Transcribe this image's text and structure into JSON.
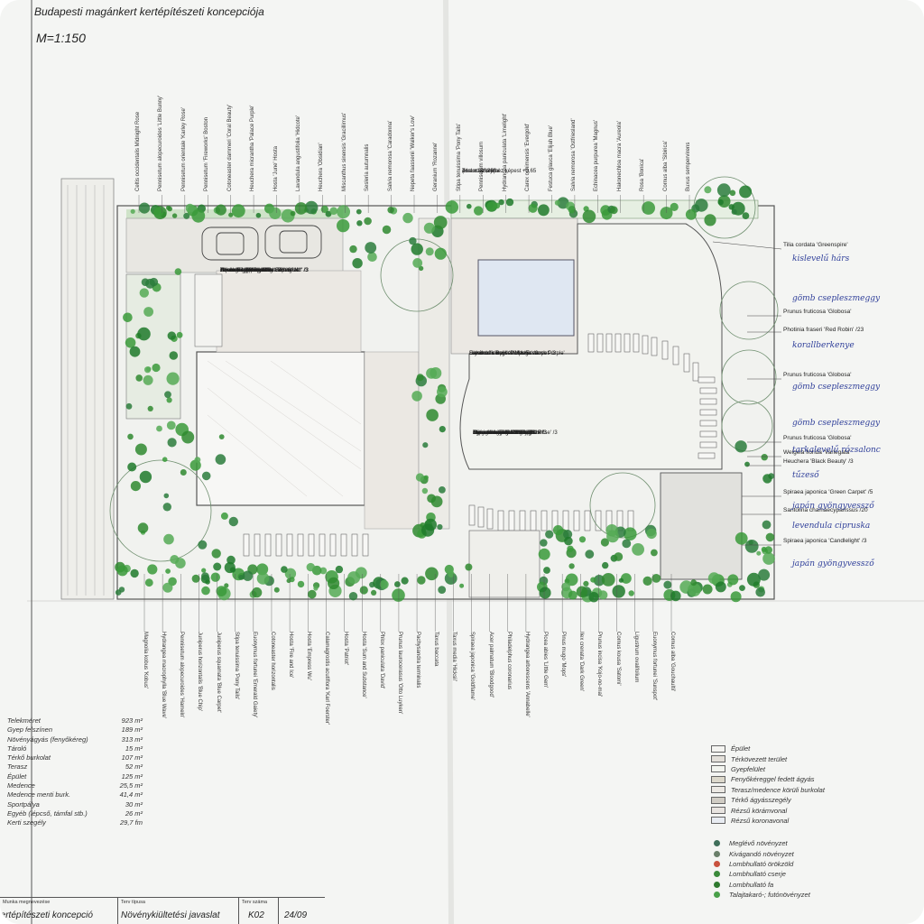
{
  "title": "Budapesti magánkert kertépítészeti koncepciója",
  "scale": "M=1:150",
  "top_labels": [
    "Celtis occidentalis Midnight Rose",
    "Pennisetum alopecuroides 'Little Bunny'",
    "Pennisetum orientale 'Karley Rose'",
    "Pennisetum 'Fireworks' Boston",
    "Cotoneaster dammeri 'Coral Beauty'",
    "Heuchera micrantha 'Palace Purple'",
    "Hosta 'June' Hosta",
    "Lavandula angustifolia 'Hidcote'",
    "Heuchera 'Obsidian'",
    "Miscanthus sinensis 'Gracillimus'",
    "Sesleria autumnalis",
    "Salvia nemorosa 'Caradonna'",
    "Nepeta faassenii 'Walker's Low'",
    "Geranium 'Rozanne'",
    "Stipa tenuissima 'Pony Tails'",
    "Pennisetum villosum",
    "Hydrangea paniculata 'Limelight'",
    "Carex oshimensis 'Evergold'",
    "Festuca glauca 'Elijah Blue'",
    "Salvia nemorosa 'Ostfriesland'",
    "Echinacea purpurea 'Magnus'",
    "Hakonechloa macra 'Aureola'",
    "Rosa 'Bonica'",
    "Cornus alba 'Sibirica'",
    "Buxus sempervirens"
  ],
  "bottom_labels": [
    "Magnolia kobus 'Kobus'",
    "Hydrangea macrophylla 'Blue Wave'",
    "Pennisetum alopecuroides 'Hameln'",
    "Juniperus horizontalis 'Blue Chip'",
    "Juniperus squamata 'Blue Carpet'",
    "Stipa tenuissima 'Pony Tails'",
    "Euonymus fortunei 'Emerald Gaiety'",
    "Cotoneaster horizontalis",
    "Hosta 'Fire and Ice'",
    "Hosta 'Empress Wu'",
    "Calamagrostis acutiflora 'Karl Foerster'",
    "Hosta 'Patriot'",
    "Hosta 'Sum and Substance'",
    "Phlox paniculata 'David'",
    "Prunus laurocerasus 'Otto Luyken'",
    "Pachysandra terminalis",
    "Taxus baccata",
    "Taxus media 'Hicksii'",
    "Spiraea japonica 'Goldflame'",
    "Acer palmatum 'Bloodgood'",
    "Philadelphus coronarius",
    "Hydrangea arborescens 'Annabelle'",
    "Picea abies 'Little Gem'",
    "Pinus mugo 'Mops'",
    "Ilex crenata 'Dark Green'",
    "Prunus incisa 'Kojo-no-mai'",
    "Cornus kousa 'Satomi'",
    "Ligustrum ovalifolium",
    "Euonymus fortunei 'Sunspot'",
    "Cornus alba 'Gouchaultii'"
  ],
  "plan_labels": {
    "bed_left": [
      "Terasz",
      "Hosta 'Big Daddy' /3",
      "Hemerocallis 'Bella de Oro' /3",
      "Heuchera 'Milan' /3",
      "Anemone hupehensis 'September' /3",
      "Chamaecyparis pisifera 'Sungold'",
      "",
      "Paeonia lactiflora 'Karl Rosenfield' /3",
      "Aquilegia 'Spring Magic White' /1",
      "Terasz hagymások /3",
      "Allium schoenoprasum /3",
      "Geum 'Fire Storm' /3"
    ],
    "pool_top": [
      "Zsalusáv lámfal",
      "Terasz szintjéhez képest +0,65",
      "(Hm +138,80)"
    ],
    "pool_side": [
      "Dianthus serpyllum 'Magic carpet' /3",
      "Erysimum 'Bowles Mauve' /3",
      "Salvia officinalis 'Purpurascens'",
      "Lavandula angustifolia 'Essence Purple'"
    ],
    "lawn_edge": [
      "Lavandula angustifolia 'Dwarf'",
      "Stipa tenuissima 'Pony Tails' /3",
      "Cuscuta lettunei 'Sunspot'",
      "Geranium 'Tiny Monster'",
      "Bergenia cordifolia 'Rotblum'",
      "Salvia nemorosa 'Midnight Rose' /3",
      "Syringa meyeri 'Palibin' /3",
      "Agrostemma 'Grand Blue'",
      "Terasz hagymások /3",
      "Miscanthus 'Morning Light'"
    ],
    "right_callouts": [
      "Tilia cordata 'Greenspire'",
      "Prunus fruticosa 'Globosa'",
      "Photinia fraseri 'Red Robin' /23",
      "Prunus fruticosa 'Globosa'",
      "Prunus fruticosa 'Globosa'",
      "Weigela florida 'Variegata'",
      "Heuchera 'Black Beauty' /3",
      "Spiraea japonica 'Green Carpet' /5",
      "Santolina chamaecyparissus /20",
      "Spiraea japonica 'Candlelight' /3"
    ],
    "handwritten": [
      "kislevelű hárs",
      "gömb csepleszmeggy",
      "korallberkenye",
      "gömb csepleszmeggy",
      "gömb csepleszmeggy",
      "tarkalevelű rózsalonc",
      "tűzeső",
      "japán gyöngyvessző",
      "levendula cipruska",
      "japán gyöngyvessző"
    ]
  },
  "stats": [
    {
      "label": "Telekméret",
      "value": "923 m²"
    },
    {
      "label": "Gyep felszínen",
      "value": "189 m²"
    },
    {
      "label": "Növényágyás (fenyőkéreg)",
      "value": "313 m²"
    },
    {
      "label": "Tároló",
      "value": "15 m²"
    },
    {
      "label": "Térkő burkolat",
      "value": "107 m²"
    },
    {
      "label": "Terasz",
      "value": "52 m²"
    },
    {
      "label": "Épület",
      "value": "125 m²"
    },
    {
      "label": "Medence",
      "value": "25,5 m²"
    },
    {
      "label": "Medence menti burk.",
      "value": "41,4 m²"
    },
    {
      "label": "Sportpálya",
      "value": "30 m²"
    },
    {
      "label": "Egyéb (lépcső, támfal stb.)",
      "value": "26 m²"
    },
    {
      "label": "Kerti szegély",
      "value": "29,7 fm"
    }
  ],
  "legend": [
    {
      "label": "Épület",
      "color": "#f4f4f1"
    },
    {
      "label": "Térkövezett terület",
      "color": "#e3e0da"
    },
    {
      "label": "Gyepfelület",
      "color": "#f2f4ef"
    },
    {
      "label": "Fenyőkéreggel fedett ágyás",
      "color": "#dcd8cb"
    },
    {
      "label": "Terasz/medence körüli burkolat",
      "color": "#ebe8e3"
    },
    {
      "label": "Térkő ágyásszegély",
      "color": "#d0ccc4"
    },
    {
      "label": "Rézsű körámvonal",
      "color": "#e8e4e0"
    },
    {
      "label": "Rézsű koronavonal",
      "color": "#e8ecf2"
    }
  ],
  "legend_symbols": [
    {
      "label": "Meglévő növényzet",
      "color": "#3f6f5a"
    },
    {
      "label": "Kivágandó növényzet",
      "color": "#6a7f6a"
    },
    {
      "label": "Lombhullató örökzöld",
      "color": "#c9523e"
    },
    {
      "label": "Lombhullató cserje",
      "color": "#3a8a3a"
    },
    {
      "label": "Lombhullató fa",
      "color": "#2f7a2f"
    },
    {
      "label": "Talajtakaró-; futónövényzet",
      "color": "#49a049"
    }
  ],
  "title_block": {
    "c1_small": "Munka megnevezése",
    "c1_big": "Kertépítészeti koncepció",
    "c2_small": "Terv típusa",
    "c2_big": "Növénykiültetési javaslat",
    "c3_small": "Terv száma",
    "c3_big": "K02",
    "c4_big": "24/09"
  }
}
